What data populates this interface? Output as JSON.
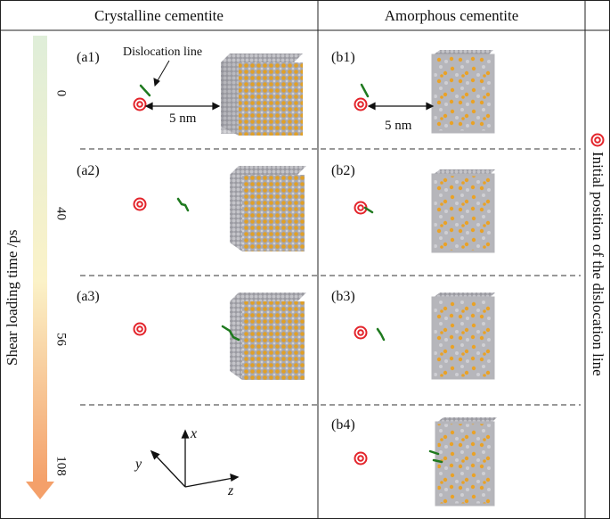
{
  "headers": {
    "left": "Crystalline cementite",
    "right": "Amorphous cementite"
  },
  "axis_label": "Shear loading time /ps",
  "times": [
    "0",
    "40",
    "56",
    "108"
  ],
  "panels": {
    "a1": "(a1)",
    "a2": "(a2)",
    "a3": "(a3)",
    "b1": "(b1)",
    "b2": "(b2)",
    "b3": "(b3)",
    "b4": "(b4)"
  },
  "annotations": {
    "dislocation_line": "Dislocation line",
    "distance_a": "5 nm",
    "distance_b": "5 nm"
  },
  "coord_axes": {
    "x": "x",
    "y": "y",
    "z": "z"
  },
  "legend": {
    "text": "Initial position of the dislocation line",
    "marker_color": "#e3242b"
  },
  "colors": {
    "atom_fe": "#b3b3b8",
    "atom_c": "#f2a31b",
    "dislocation": "#1f7a1f",
    "arrow_top": "#dfeed9",
    "arrow_mid": "#fbf2c8",
    "arrow_bottom": "#f4a06a"
  }
}
